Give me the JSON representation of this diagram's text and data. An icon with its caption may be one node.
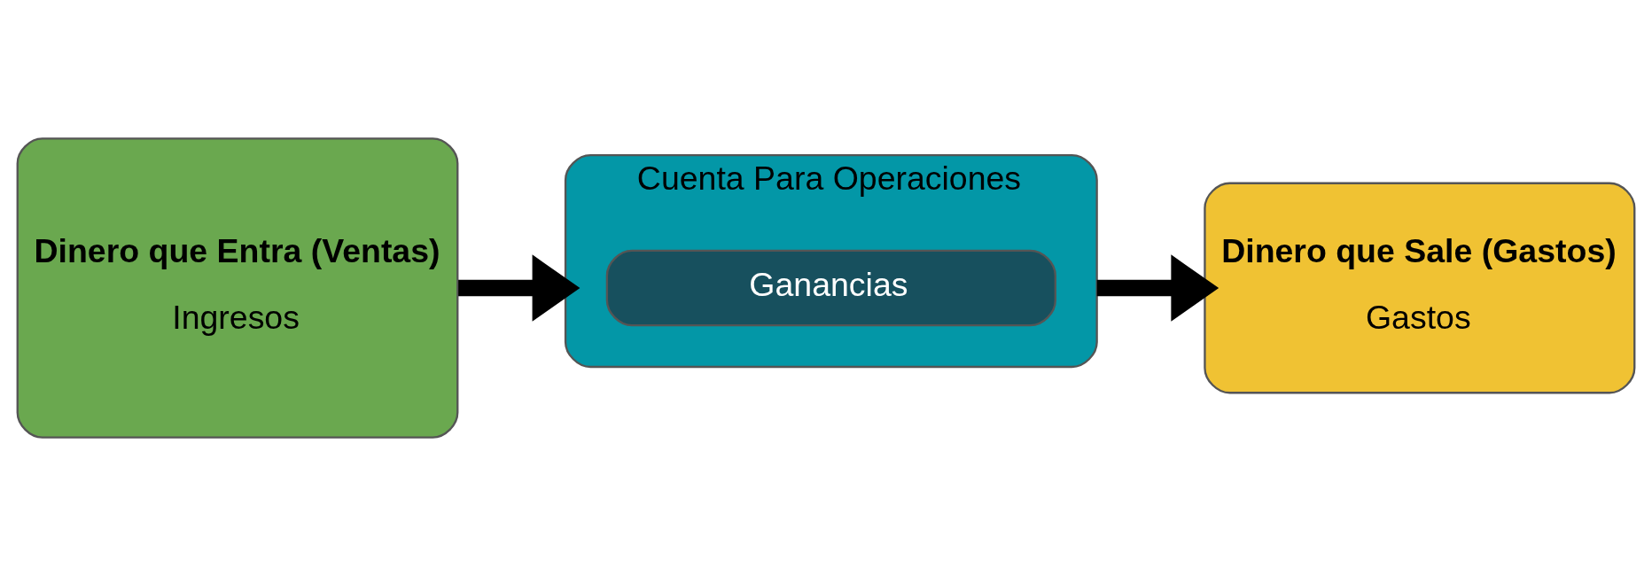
{
  "diagram": {
    "nodes": [
      {
        "text": [
          "Dinero que Entra (Ventas)",
          "Ingresos"
        ]
      },
      {
        "text": [
          "Cuenta Para Operaciones"
        ]
      },
      {
        "text": [
          "Ganancias"
        ],
        "in": 1
      },
      {
        "text": [
          "Dinero que Sale (Gastos)",
          "Gastos"
        ]
      }
    ],
    "edges": [
      {
        "from": 0,
        "to": 1,
        "arrow": "to"
      },
      {
        "from": 1,
        "to": 3,
        "arrow": "to"
      }
    ]
  }
}
